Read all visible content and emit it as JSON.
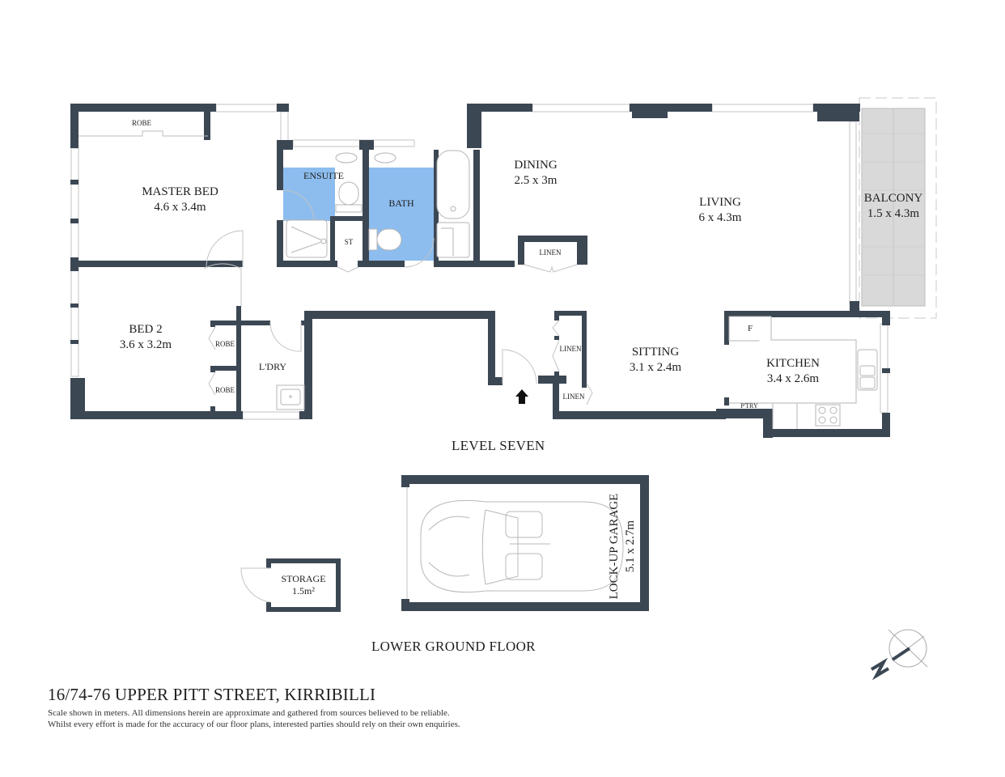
{
  "address": "16/74-76 UPPER PITT STREET, KIRRIBILLI",
  "disclaimer": {
    "line1": "Scale shown in meters. All dimensions herein are approximate and gathered from sources believed to be  reliable.",
    "line2": "Whilst every effort is made for the accuracy of our floor plans, interested parties should rely on their own enquiries."
  },
  "levels": {
    "upper": "LEVEL SEVEN",
    "lower": "LOWER GROUND FLOOR"
  },
  "colors": {
    "wall": "#3c4754",
    "wet_area": "#8dbdee",
    "balcony": "#d9d9d9",
    "fixture_line": "#b5b5b5"
  },
  "rooms": {
    "master_bed": {
      "name": "MASTER BED",
      "dim": "4.6 x 3.4m"
    },
    "robe_master": {
      "name": "ROBE"
    },
    "ensuite": {
      "name": "ENSUITE"
    },
    "bath": {
      "name": "BATH"
    },
    "st": {
      "name": "ST"
    },
    "dining": {
      "name": "DINING",
      "dim": "2.5 x 3m"
    },
    "living": {
      "name": "LIVING",
      "dim": "6 x 4.3m"
    },
    "balcony": {
      "name": "BALCONY",
      "dim": "1.5 x 4.3m"
    },
    "linen_1": {
      "name": "LINEN"
    },
    "linen_2": {
      "name": "LINEN"
    },
    "linen_3": {
      "name": "LINEN"
    },
    "bed2": {
      "name": "BED 2",
      "dim": "3.6 x 3.2m"
    },
    "robe_bed2_a": {
      "name": "ROBE"
    },
    "robe_bed2_b": {
      "name": "ROBE"
    },
    "laundry": {
      "name": "L'DRY"
    },
    "sitting": {
      "name": "SITTING",
      "dim": "3.1 x 2.4m"
    },
    "kitchen": {
      "name": "KITCHEN",
      "dim": "3.4 x 2.6m"
    },
    "fridge": {
      "name": "F"
    },
    "pantry": {
      "name": "P'TRY"
    },
    "storage": {
      "name": "STORAGE",
      "dim": "1.5m²"
    },
    "garage": {
      "name": "LOCK-UP GARAGE",
      "dim": "5.1 x 2.7m"
    }
  },
  "compass": {
    "label": "N"
  }
}
